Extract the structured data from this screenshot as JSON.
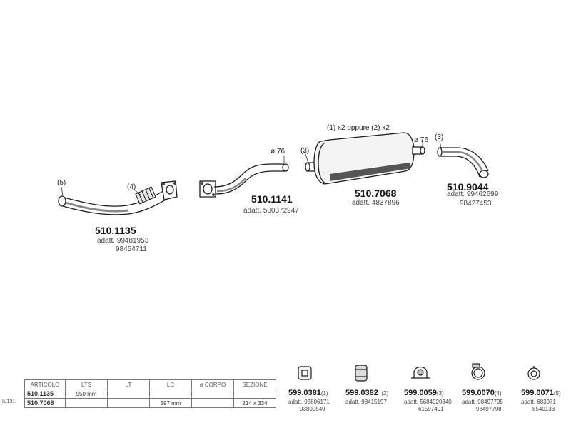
{
  "parts": [
    {
      "code": "510.1135",
      "adatt_label": "adatt.",
      "refs": [
        "99481953",
        "98454711"
      ],
      "callouts": [
        "(5)",
        "(4)"
      ]
    },
    {
      "code": "510.1141",
      "adatt_label": "adatt.",
      "refs": [
        "500372947"
      ],
      "diameter": "ø 76"
    },
    {
      "code": "510.7068",
      "adatt_label": "adatt.",
      "refs": [
        "4837896"
      ],
      "quantity_note": "(1) x2 oppure (2) x2",
      "callout": "(3)",
      "diameter": "ø 76"
    },
    {
      "code": "510.9044",
      "adatt_label": "adatt.",
      "refs": [
        "99462699",
        "98427453"
      ],
      "callout": "(3)"
    }
  ],
  "accessories": [
    {
      "code": "599.0381",
      "num": "(1)",
      "adatt_label": "adatt.",
      "refs": [
        "93806171",
        "93809549"
      ],
      "icon": "flange-gasket-icon"
    },
    {
      "code": "599.0382",
      "num": "(2)",
      "adatt_label": "adatt.",
      "refs": [
        "98415197"
      ],
      "icon": "rubber-mount-icon"
    },
    {
      "code": "599.0059",
      "num": "(3)",
      "adatt_label": "adatt.",
      "refs": [
        "5684920340",
        "61597491"
      ],
      "icon": "u-bolt-clamp-icon"
    },
    {
      "code": "599.0070",
      "num": "(4)",
      "adatt_label": "adatt.",
      "refs": [
        "98497795",
        "98497798"
      ],
      "icon": "hose-clamp-icon"
    },
    {
      "code": "599.0071",
      "num": "(5)",
      "adatt_label": "adatt.",
      "refs": [
        "683971",
        "8540133"
      ],
      "icon": "ring-clamp-icon"
    }
  ],
  "spec_table": {
    "headers": [
      "ARTICOLO",
      "LTS",
      "LT",
      "LC",
      "ø CORPO",
      "SEZIONE"
    ],
    "rows": [
      [
        "510.1135",
        "950 mm",
        "",
        "",
        "",
        ""
      ],
      [
        "510.7068",
        "",
        "",
        "597 mm",
        "",
        "214 x 334"
      ]
    ],
    "row_label": "IV131"
  },
  "colors": {
    "line": "#1a1a1a",
    "shade": "#9a9a9a",
    "background": "#ffffff"
  }
}
